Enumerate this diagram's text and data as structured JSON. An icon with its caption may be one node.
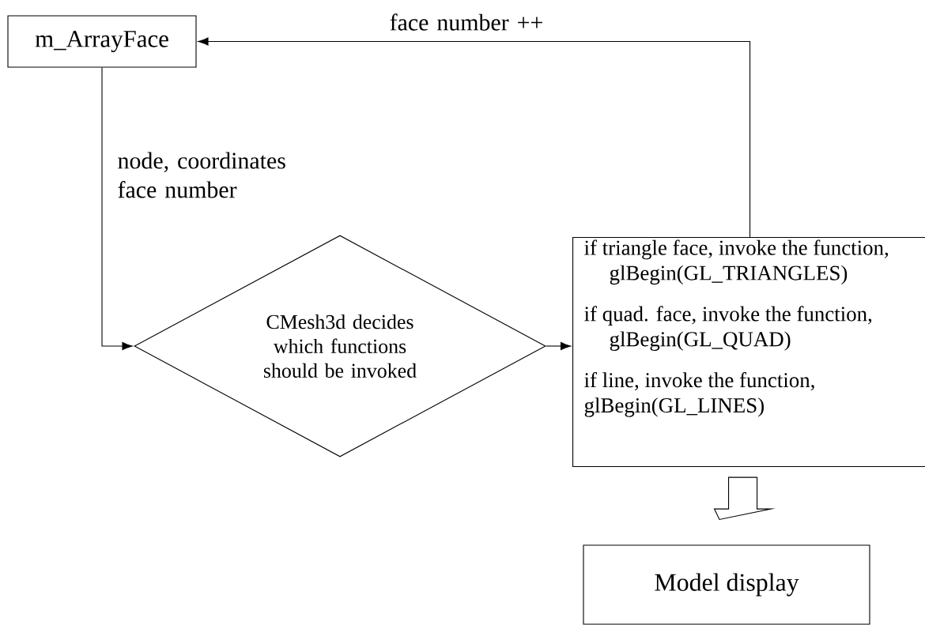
{
  "diagram": {
    "nodes": [
      {
        "text": [
          "m_ArrayFace"
        ]
      },
      {
        "text": [
          "CMesh3d decides which functions should be invoked"
        ]
      },
      {
        "text": [
          "if triangle face, invoke the function, glBegin(GL_TRIANGLES)",
          "if quad. face, invoke the function, glBegin(GL_QUAD)",
          "if line, invoke the function, glBegin(GL_LINES)"
        ]
      },
      {
        "text": [
          "Model display"
        ]
      }
    ],
    "edges": [
      {
        "from": 0,
        "to": 1,
        "arrow": "to",
        "label": "node, coordinates face number"
      },
      {
        "from": 1,
        "to": 2,
        "arrow": "to"
      },
      {
        "from": 2,
        "to": 0,
        "arrow": "to",
        "label": "face number ++"
      },
      {
        "from": 2,
        "to": 3,
        "arrow": "to",
        "style": "thick"
      }
    ]
  }
}
